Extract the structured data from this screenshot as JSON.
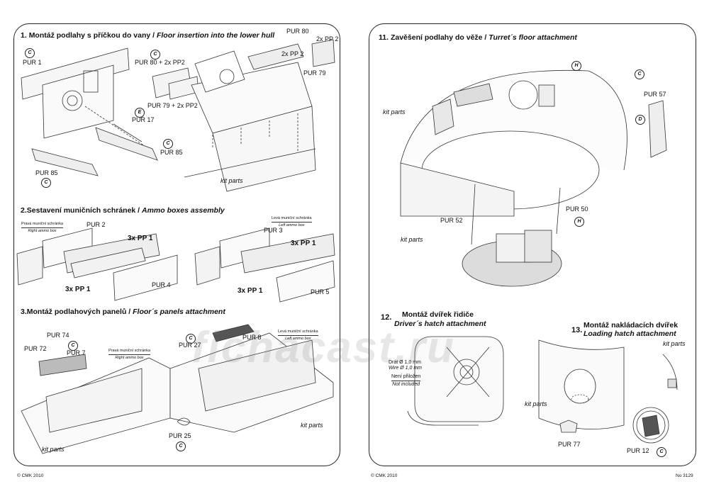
{
  "left_page": {
    "section1": {
      "num": "1.",
      "title_cz": "Montáž podlahy s příčkou  do vany /",
      "title_en": "Floor insertion into the lower hull",
      "labels": [
        "PUR 1",
        "PUR 80 + 2x PP2",
        "PUR 80",
        "2x PP 2",
        "2x PP 2",
        "PUR 79",
        "PUR 79 + 2x PP2",
        "PUR 17",
        "PUR 85",
        "PUR 85",
        "kit parts"
      ],
      "badges": [
        "C",
        "C",
        "E",
        "C",
        "C"
      ]
    },
    "section2": {
      "num": "2.",
      "title_cz": "Sestavení muničních schránek /",
      "title_en": "Ammo boxes assembly",
      "labels": [
        "PUR 2",
        "3x PP 1",
        "3x PP 1",
        "PUR 4",
        "PUR 3",
        "3x PP 1",
        "3x PP 1",
        "PUR 5"
      ],
      "right_box_cz": "Pravá muniční schránka",
      "right_box_en": "Right ammo box",
      "left_box_cz": "Levá muniční schránka",
      "left_box_en": "Left ammo box"
    },
    "section3": {
      "num": "3.",
      "title_cz": "Montáž podlahových panelů /",
      "title_en": "Floor´s panels attachment",
      "labels": [
        "PUR 74",
        "PUR 72",
        "PUR 7",
        "PUR 27",
        "PUR 8",
        "PUR 25",
        "kit parts",
        "kit parts"
      ],
      "right_box_cz": "Pravá muniční schránka",
      "right_box_en": "Right ammo box",
      "left_box_cz": "Levá muniční schránka",
      "left_box_en": "Left ammo box",
      "badges": [
        "C",
        "C",
        "C"
      ]
    },
    "footer": "© CMK 2010"
  },
  "right_page": {
    "section11": {
      "num": "11.",
      "title_cz": "Zavěšení podlahy do věže /",
      "title_en": "Turret´s floor attachment",
      "labels": [
        "kit parts",
        "PUR 57",
        "PUR 52",
        "PUR 50",
        "kit parts"
      ],
      "badges": [
        "H",
        "C",
        "D",
        "H"
      ]
    },
    "section12": {
      "num": "12.",
      "title_cz": "Montáž dvířek řidiče",
      "title_en": "Driver´s hatch attachment",
      "wire_cz": "Drát Ø 1,0 mm",
      "wire_en": "Wire Ø 1,0 mm",
      "not_included_cz": "Není přiložen",
      "not_included_en": "Not included"
    },
    "section13": {
      "num": "13.",
      "title_cz": "Montáž nakládacích dvířek",
      "title_en": "Loading hatch attachment",
      "labels": [
        "kit parts",
        "kit parts",
        "PUR 77",
        "PUR 12"
      ],
      "badges": [
        "C"
      ]
    },
    "footer": "© CMK 2010",
    "catalog_no": "No 3129"
  },
  "watermark": "fichacast.ru"
}
